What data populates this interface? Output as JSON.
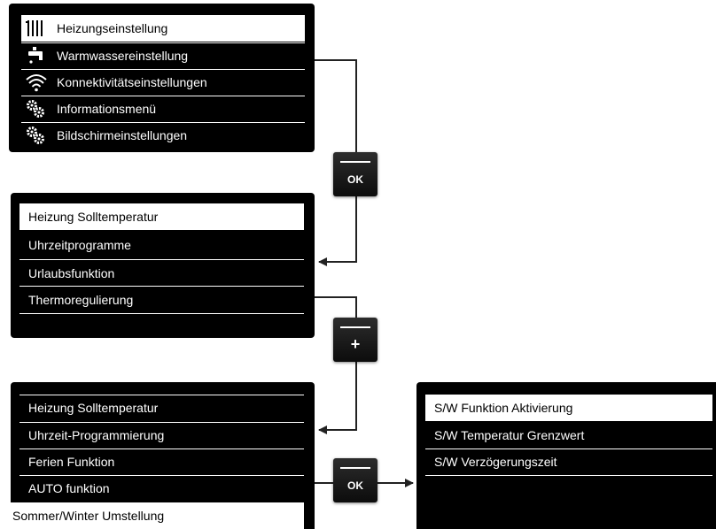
{
  "main_menu": {
    "items": [
      {
        "label": "Heizungseinstellung",
        "icon": "radiator-icon",
        "selected": true
      },
      {
        "label": "Warmwassereinstellung",
        "icon": "tap-icon",
        "selected": false
      },
      {
        "label": "Konnektivitätseinstellungen",
        "icon": "wifi-icon",
        "selected": false
      },
      {
        "label": "Informationsmenü",
        "icon": "gears-icon",
        "selected": false
      },
      {
        "label": "Bildschirmeinstellungen",
        "icon": "gears-icon",
        "selected": false
      }
    ]
  },
  "heating_menu": {
    "items": [
      {
        "label": "Heizung Solltemperatur",
        "selected": true
      },
      {
        "label": "Uhrzeitprogramme",
        "selected": false
      },
      {
        "label": "Urlaubsfunktion",
        "selected": false
      },
      {
        "label": "Thermoregulierung",
        "selected": false
      }
    ]
  },
  "extended_menu": {
    "items": [
      {
        "label": "Heizung Solltemperatur",
        "selected": false
      },
      {
        "label": "Uhrzeit-Programmierung",
        "selected": false
      },
      {
        "label": "Ferien Funktion",
        "selected": false
      },
      {
        "label": "AUTO funktion",
        "selected": false
      },
      {
        "label": "Sommer/Winter Umstellung",
        "selected": true
      }
    ]
  },
  "sw_menu": {
    "items": [
      {
        "label": "S/W Funktion Aktivierung",
        "selected": true
      },
      {
        "label": "S/W Temperatur Grenzwert",
        "selected": false
      },
      {
        "label": "S/W Verzögerungszeit",
        "selected": false
      }
    ]
  },
  "buttons": {
    "ok_1": "OK",
    "plus": "+",
    "ok_2": "OK"
  },
  "colors": {
    "screen": "#000000",
    "highlight": "#ffffff",
    "arrow": "#222222"
  }
}
